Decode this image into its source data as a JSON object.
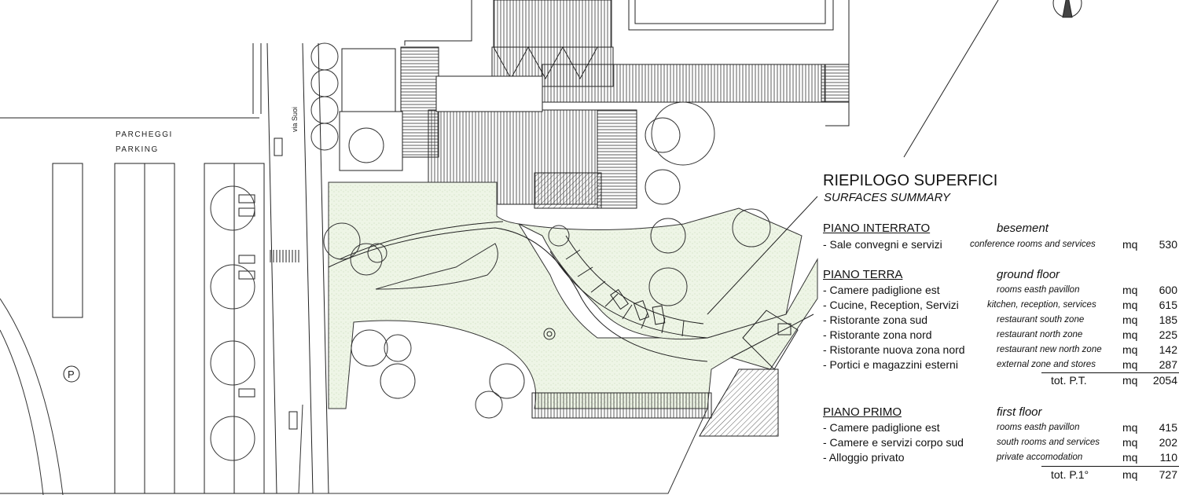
{
  "plan": {
    "parking_it": "PARCHEGGI",
    "parking_en": "PARKING",
    "street": "via Suoi",
    "parking_symbol": "P"
  },
  "summary": {
    "title": "RIEPILOGO SUPERFICI",
    "subtitle": "SURFACES SUMMARY",
    "unit": "mq",
    "sections": [
      {
        "name_it": "PIANO INTERRATO",
        "name_en": "besement",
        "rows": [
          {
            "it": "- Sale convegni e servizi",
            "en": "conference rooms and services",
            "value": "530"
          }
        ]
      },
      {
        "name_it": "PIANO TERRA",
        "name_en": "ground floor",
        "rows": [
          {
            "it": "- Camere padiglione est",
            "en": "rooms easth pavillon",
            "value": "600"
          },
          {
            "it": "- Cucine, Reception, Servizi",
            "en": "kitchen, reception, services",
            "value": "615"
          },
          {
            "it": "- Ristorante zona sud",
            "en": "restaurant south zone",
            "value": "185"
          },
          {
            "it": "- Ristorante zona nord",
            "en": "restaurant north zone",
            "value": "225"
          },
          {
            "it": "- Ristorante nuova zona nord",
            "en": "restaurant new north zone",
            "value": "142"
          },
          {
            "it": "- Portici e magazzini esterni",
            "en": "external zone and stores",
            "value": "287"
          }
        ],
        "total_label": "tot. P.T.",
        "total_value": "2054"
      },
      {
        "name_it": "PIANO PRIMO",
        "name_en": "first floor",
        "rows": [
          {
            "it": "- Camere padiglione est",
            "en": "rooms easth pavillon",
            "value": "415"
          },
          {
            "it": "- Camere e servizi corpo sud",
            "en": "south rooms and services",
            "value": "202"
          },
          {
            "it": "- Alloggio privato",
            "en": "private accomodation",
            "value": "110"
          }
        ],
        "total_label": "tot. P.1°",
        "total_value": "727"
      }
    ]
  }
}
